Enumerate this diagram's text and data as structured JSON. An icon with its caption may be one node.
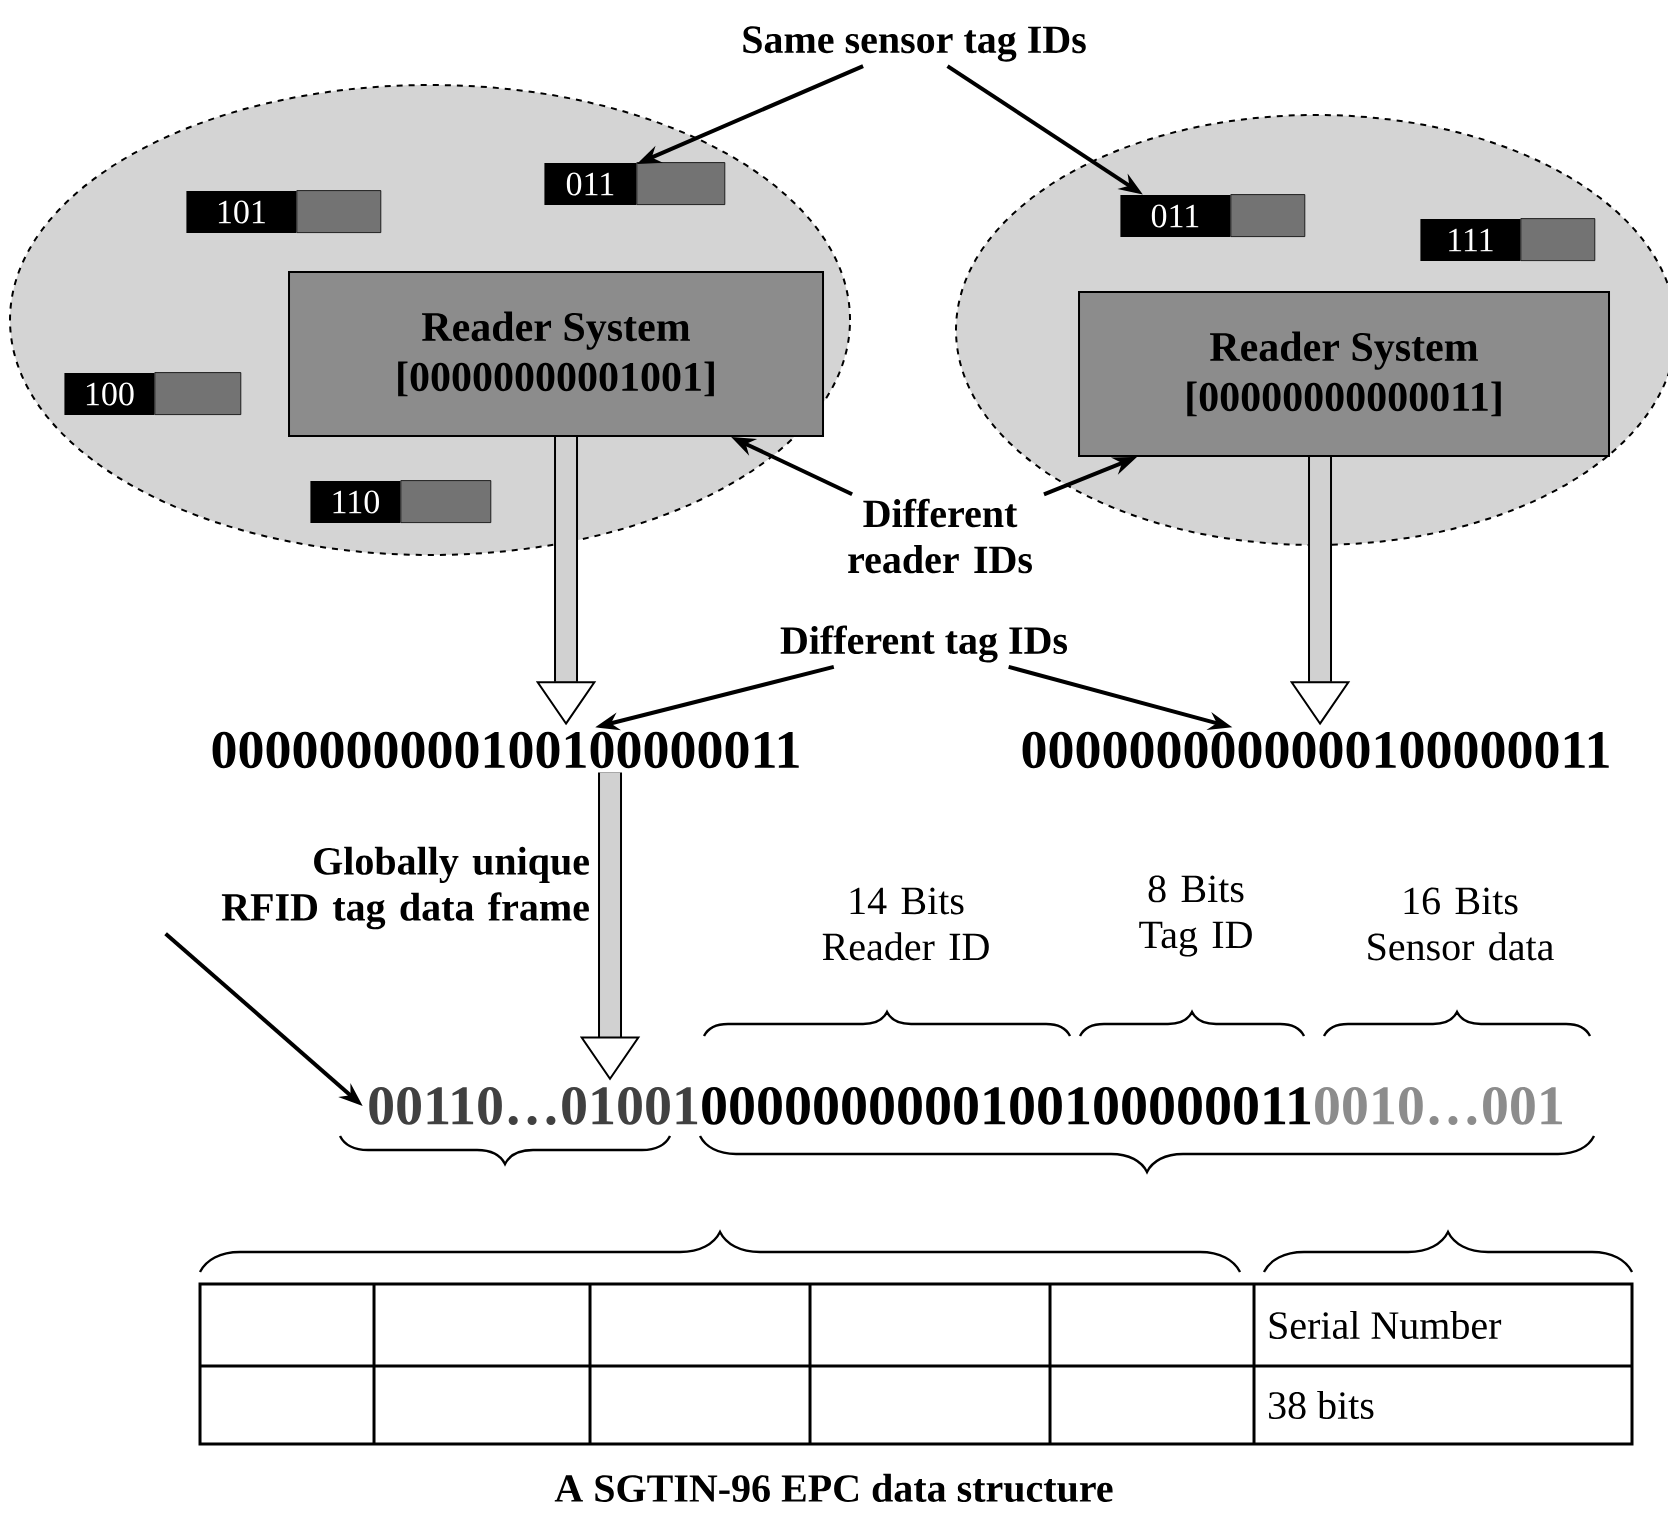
{
  "diagram": {
    "caption": "A SGTIN-96 EPC data structure",
    "nodes": [
      {
        "text": [],
        "shape": "ellipse"
      },
      {
        "text": [
          "101"
        ],
        "in": 0
      },
      {
        "text": [
          "011"
        ],
        "in": 0
      },
      {
        "text": [
          "Reader System",
          "[00000000001001]"
        ],
        "in": 0
      },
      {
        "text": [
          "100"
        ],
        "in": 0
      },
      {
        "text": [
          "110"
        ],
        "in": 0
      },
      {
        "text": [],
        "shape": "ellipse"
      },
      {
        "text": [
          "011"
        ],
        "in": 6
      },
      {
        "text": [
          "111"
        ],
        "in": 6
      },
      {
        "text": [
          "Reader System",
          "[00000000000011]"
        ],
        "in": 6
      },
      {
        "text": [
          "Same sensor tag IDs"
        ]
      },
      {
        "text": [
          "Different reader IDs"
        ]
      },
      {
        "text": [
          "0000000000100100000011"
        ]
      },
      {
        "text": [
          "Different tag IDs"
        ]
      },
      {
        "text": [
          "0000000000000100000011"
        ]
      },
      {
        "text": [
          "Globally unique RFID tag data frame"
        ]
      },
      {
        "text": [
          "00110…01001",
          "0000000000100100000011",
          "0010…001"
        ]
      }
    ],
    "edges": [
      {
        "from": 10,
        "to": 2,
        "arrow": "to"
      },
      {
        "from": 10,
        "to": 7,
        "arrow": "to"
      },
      {
        "from": 11,
        "to": 3,
        "arrow": "to"
      },
      {
        "from": 11,
        "to": 9,
        "arrow": "to"
      },
      {
        "from": 13,
        "to": 12,
        "arrow": "to"
      },
      {
        "from": 13,
        "to": 14,
        "arrow": "to"
      },
      {
        "from": 15,
        "to": 16,
        "arrow": "to"
      },
      {
        "from": 3,
        "to": 12,
        "arrow": "to",
        "style": "thick"
      },
      {
        "from": 9,
        "to": 14,
        "arrow": "to",
        "style": "thick"
      },
      {
        "from": 12,
        "to": 16,
        "arrow": "to",
        "style": "thick"
      }
    ],
    "labels": [
      "14 Bits Reader ID",
      "8 Bits Tag ID",
      "16 Bits Sensor data",
      "Serial Number",
      "38 bits"
    ]
  }
}
